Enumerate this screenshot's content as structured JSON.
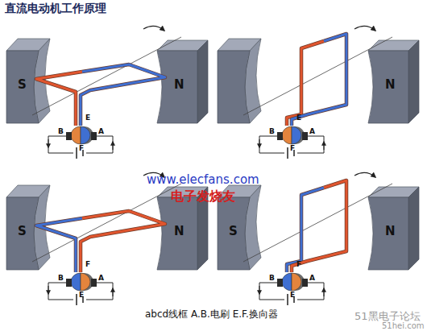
{
  "diagram": {
    "title": "直流电动机工作原理",
    "caption": "abcd线框 A.B.电刷 E.F.换向器",
    "labels": [
      "S",
      "N",
      "B",
      "A",
      "E",
      "F",
      "N",
      "B",
      "E",
      "A",
      "F",
      "S",
      "N",
      "B",
      "F",
      "A",
      "E",
      "S",
      "N",
      "B",
      "F",
      "A",
      "E",
      "www.elecfans.com",
      "电子发烧友",
      "51黑电子论坛",
      "51hei.com"
    ]
  }
}
